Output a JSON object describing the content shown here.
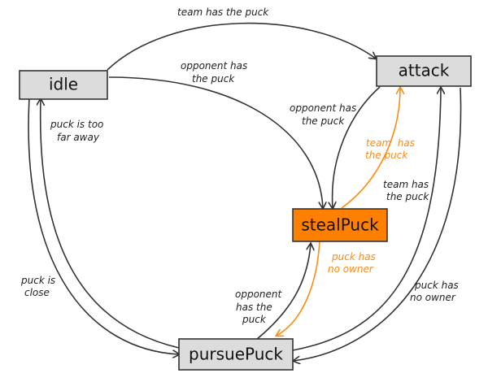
{
  "colors": {
    "default_box": "#dcdcdc",
    "active_box": "#ff7f00",
    "default_edge": "#333333",
    "highlight_edge": "#ff8a10",
    "label_text": "#222222",
    "highlight_text": "#ff8a10"
  },
  "states": {
    "idle": "idle",
    "attack": "attack",
    "stealPuck": "stealPuck",
    "pursuePuck": "pursuePuck"
  },
  "edges": {
    "idle_to_attack": [
      "team has the puck"
    ],
    "idle_to_steal": [
      "opponent has",
      "the puck"
    ],
    "attack_to_steal": [
      "opponent has",
      "the puck"
    ],
    "steal_to_attack": [
      "team  has",
      "the puck"
    ],
    "pursue_to_attack": [
      "team has",
      "the puck"
    ],
    "idle_to_pursue": [
      "puck is",
      "close"
    ],
    "pursue_to_idle": [
      "puck is too",
      "far away"
    ],
    "steal_to_pursue": [
      "puck has",
      "no owner"
    ],
    "pursue_to_steal": [
      "opponent",
      "has the",
      "puck"
    ],
    "attack_to_pursue": [
      "puck has",
      "no owner"
    ]
  }
}
